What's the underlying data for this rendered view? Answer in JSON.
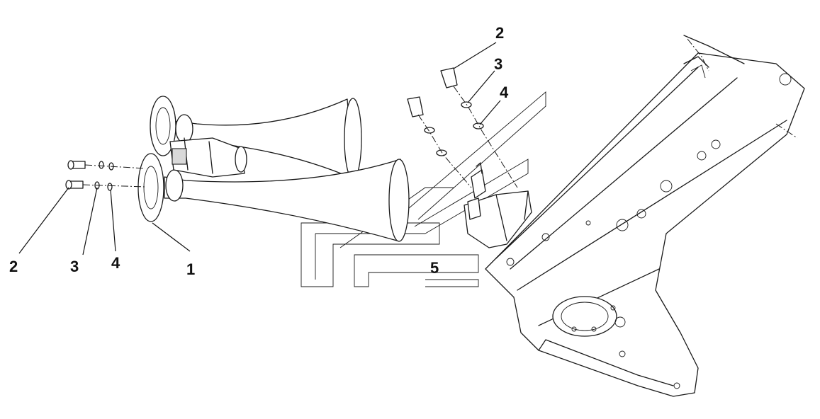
{
  "callouts": {
    "c1": "1",
    "c2_left": "2",
    "c3_left": "3",
    "c4_left": "4",
    "c2_top": "2",
    "c3_top": "3",
    "c4_top": "4",
    "c5": "5"
  }
}
